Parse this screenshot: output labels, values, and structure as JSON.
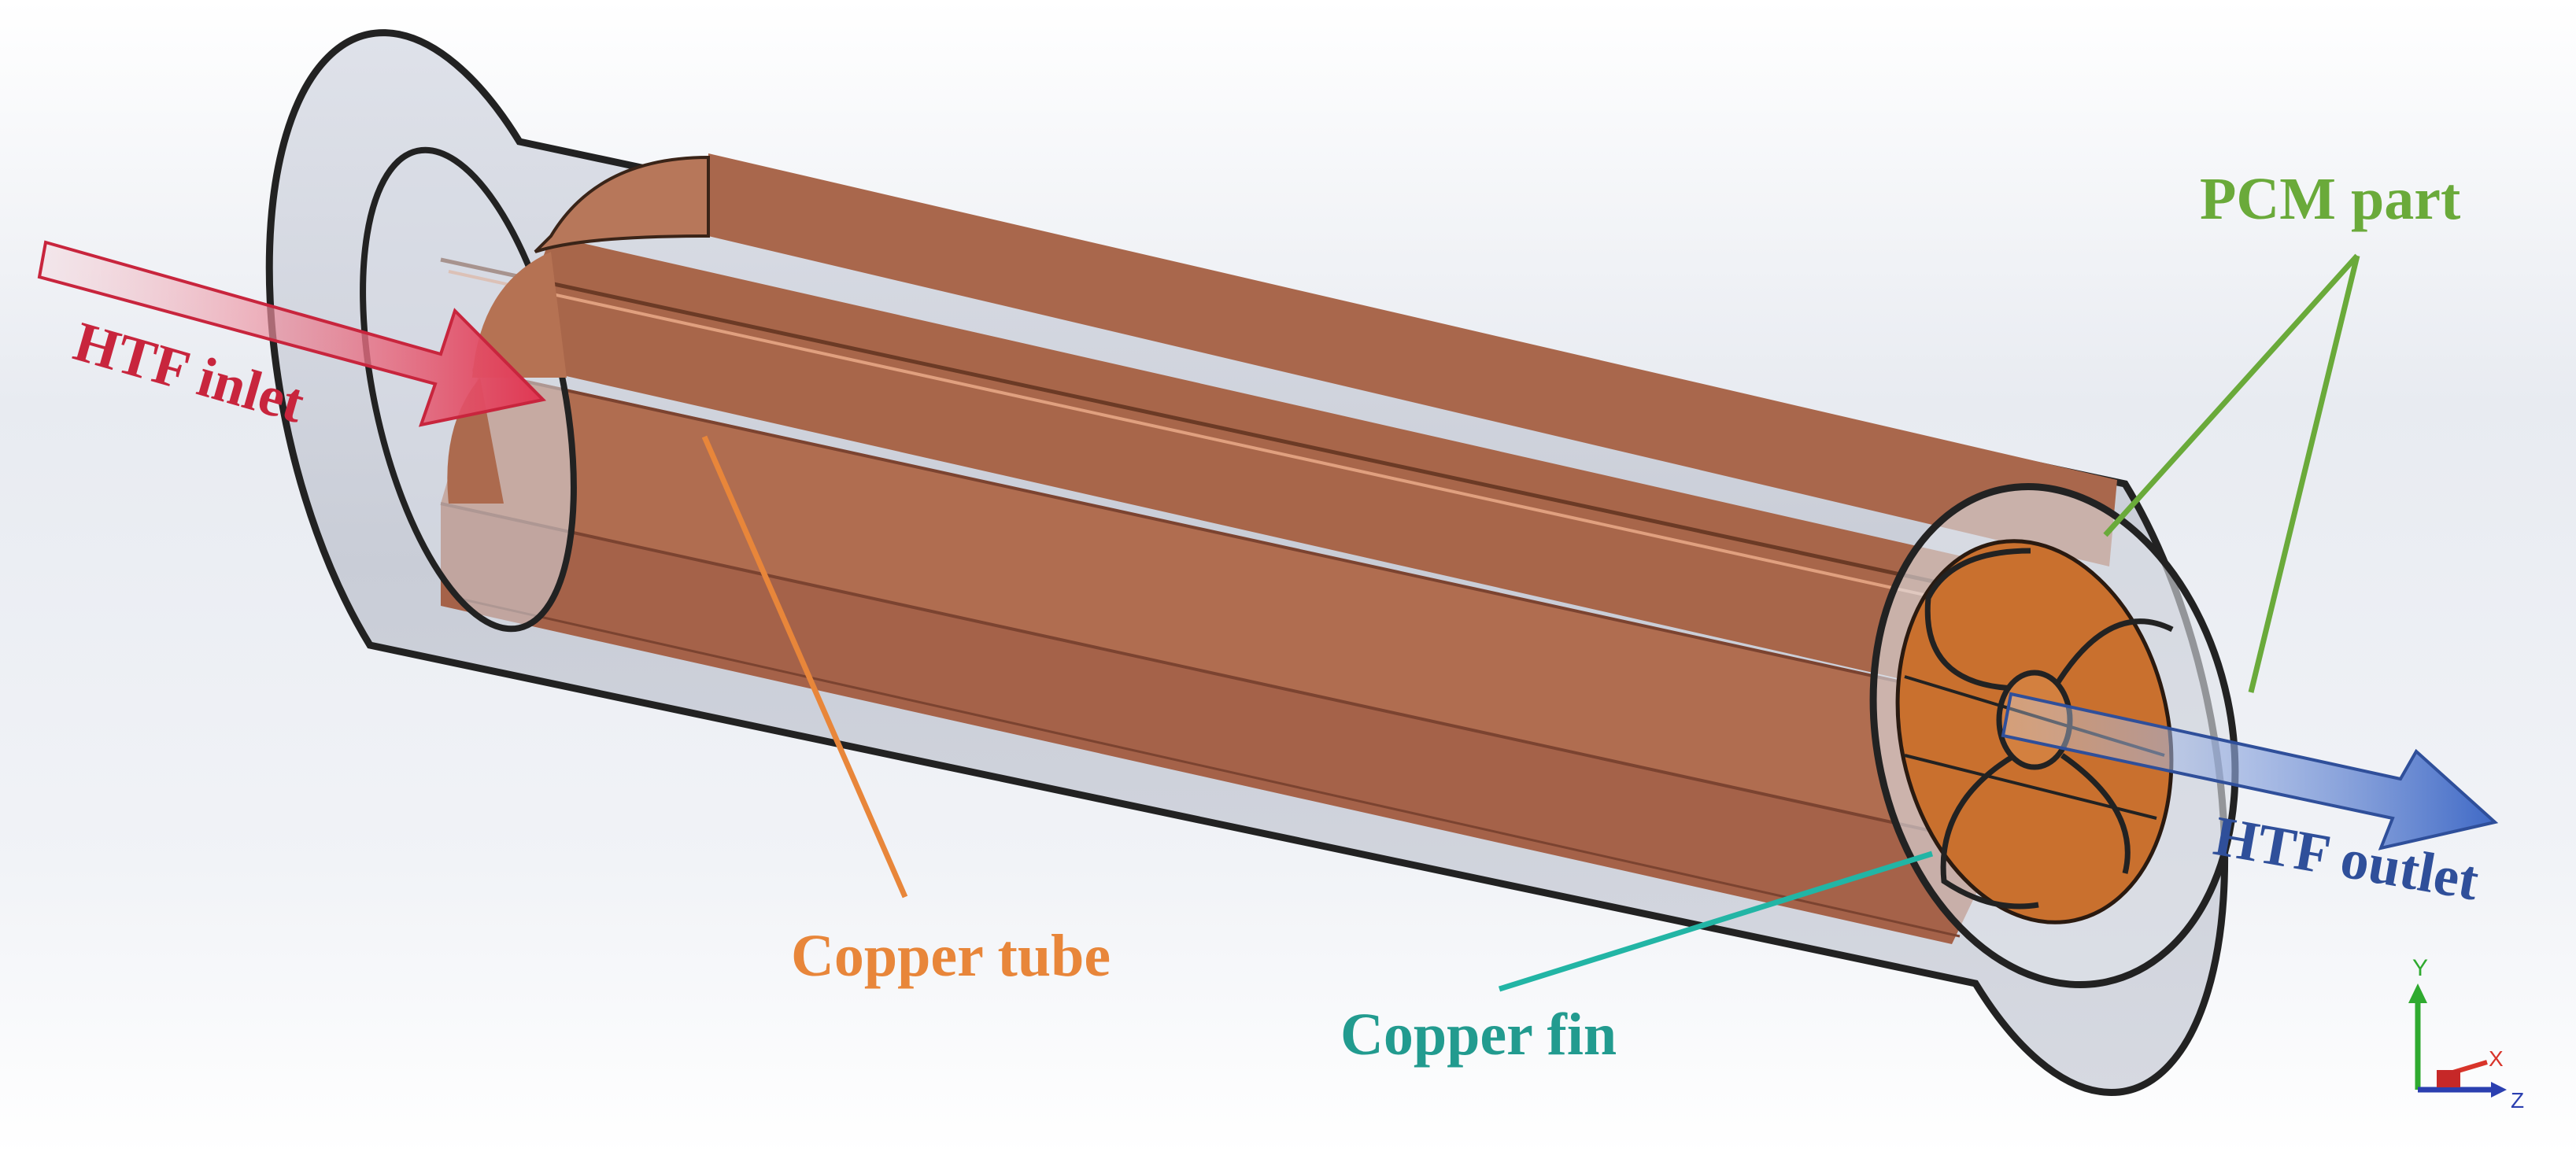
{
  "labels": {
    "htf_inlet": "HTF inlet",
    "htf_outlet": "HTF outlet",
    "pcm_part": "PCM part",
    "copper_tube": "Copper tube",
    "copper_fin": "Copper fin"
  },
  "axis_triad": {
    "y": "Y",
    "x": "X",
    "z": "Z"
  },
  "colors": {
    "htf_inlet": "#c8253d",
    "htf_outlet": "#2f4f9a",
    "pcm_part": "#6aaa3a",
    "copper_tube": "#e8863a",
    "copper_fin": "#229b8f",
    "copper": "#b2704f",
    "copper_dark": "#c96a2c",
    "shell": "#c8ccd6"
  }
}
